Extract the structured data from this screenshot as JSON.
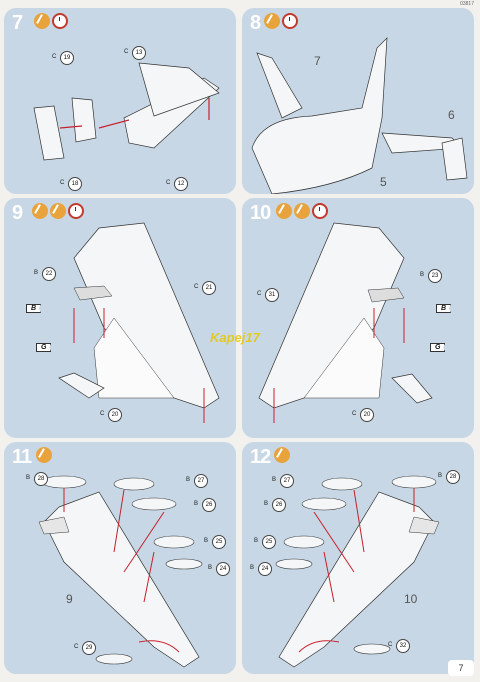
{
  "page_code": "03817",
  "page_number": "7",
  "watermark": "Kapej17",
  "steps": [
    {
      "num": "7",
      "parts": [
        {
          "pre": "C",
          "n": "19"
        },
        {
          "pre": "C",
          "n": "13"
        },
        {
          "pre": "C",
          "n": "18"
        },
        {
          "pre": "C",
          "n": "12"
        }
      ]
    },
    {
      "num": "8",
      "labels": [
        "7",
        "6",
        "5"
      ]
    },
    {
      "num": "9",
      "parts": [
        {
          "pre": "B",
          "n": "22"
        },
        {
          "pre": "C",
          "n": "21"
        },
        {
          "pre": "C",
          "n": "20"
        }
      ],
      "flags": [
        "B",
        "G"
      ]
    },
    {
      "num": "10",
      "parts": [
        {
          "pre": "B",
          "n": "23"
        },
        {
          "pre": "C",
          "n": "31"
        },
        {
          "pre": "C",
          "n": "20"
        }
      ],
      "flags": [
        "B",
        "G"
      ]
    },
    {
      "num": "11",
      "parts": [
        {
          "pre": "B",
          "n": "28"
        },
        {
          "pre": "B",
          "n": "27"
        },
        {
          "pre": "B",
          "n": "26"
        },
        {
          "pre": "B",
          "n": "25"
        },
        {
          "pre": "B",
          "n": "24"
        },
        {
          "pre": "C",
          "n": "29"
        }
      ],
      "label": "9"
    },
    {
      "num": "12",
      "parts": [
        {
          "pre": "B",
          "n": "27"
        },
        {
          "pre": "B",
          "n": "28"
        },
        {
          "pre": "B",
          "n": "26"
        },
        {
          "pre": "B",
          "n": "25"
        },
        {
          "pre": "B",
          "n": "24"
        },
        {
          "pre": "C",
          "n": "32"
        }
      ],
      "label": "10"
    }
  ]
}
